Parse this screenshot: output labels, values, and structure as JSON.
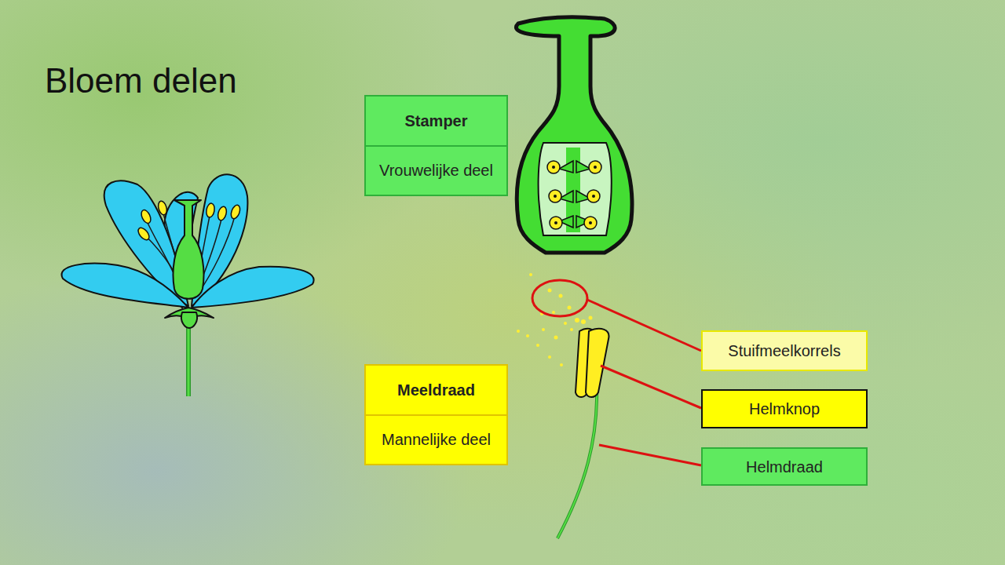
{
  "diagram": {
    "title": "Bloem delen",
    "nodes": [
      {
        "text": [
          "Stamper",
          "Vrouwelijke deel"
        ]
      },
      {
        "text": [
          "Meeldraad",
          "Mannelijke deel"
        ]
      },
      {
        "text": [
          "Stuifmeelkorrels"
        ]
      },
      {
        "text": [
          "Helmknop"
        ]
      },
      {
        "text": [
          "Helmdraad"
        ]
      }
    ]
  }
}
